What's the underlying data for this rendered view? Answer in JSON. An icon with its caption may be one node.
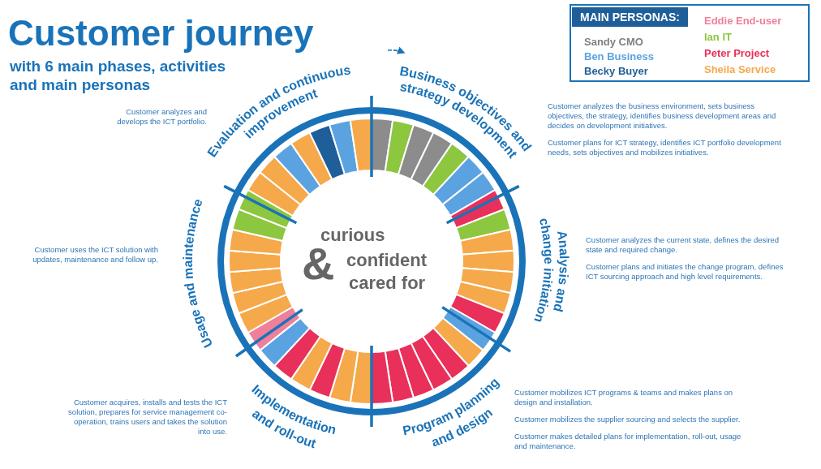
{
  "diagram": {
    "title": "Customer journey",
    "nodes": [
      {
        "text": [
          "Business objectives and strategy development"
        ],
        "beside": [
          "Customer analyzes the business environment, sets business objectives, the strategy, identifies business development areas and decides on development initiatives.",
          "Customer plans for ICT strategy, identifies ICT portfolio development needs, sets objectives and mobilizes initiatives."
        ]
      },
      {
        "text": [
          "Analysis and change initiation"
        ],
        "beside": [
          "Customer analyzes the current state, defines the desired state and required change.",
          "Customer plans and initiates the change program, defines ICT sourcing approach and high level requirements."
        ]
      },
      {
        "text": [
          "Program planning and design"
        ],
        "beside": [
          "Customer mobilizes ICT programs & teams and makes plans on design and installation.",
          "Customer mobilizes the supplier sourcing and selects the supplier.",
          "Customer makes detailed plans for  implementation, roll-out, usage and maintenance."
        ]
      },
      {
        "text": [
          "Implementation and roll-out"
        ],
        "beside": [
          "Customer acquires, installs and tests the ICT solution, prepares for service management co-operation, trains users and takes the solution into use."
        ]
      },
      {
        "text": [
          "Usage and maintenance"
        ],
        "beside": [
          "Customer uses the ICT solution with updates, maintenance and follow up."
        ]
      },
      {
        "text": [
          "Evaluation and continuous improvement"
        ],
        "beside": [
          "Customer analyzes and develops the ICT portfolio."
        ]
      }
    ],
    "labels": [
      "with 6 main phases, activities and main personas",
      "MAIN PERSONAS:",
      "curious",
      "&",
      "confident",
      "cared for"
    ],
    "legend": [
      {
        "text": "Sandy CMO",
        "color": "#808080"
      },
      {
        "text": "Ben Business",
        "color": "#5ba3e0"
      },
      {
        "text": "Becky Buyer",
        "color": "#1f5f99"
      },
      {
        "text": "Eddie End-user",
        "color": "#f07f9b"
      },
      {
        "text": "Ian IT",
        "color": "#8dc63f"
      },
      {
        "text": "Peter Project",
        "color": "#e8305a"
      },
      {
        "text": "Sheila Service",
        "color": "#f5a94a"
      }
    ]
  }
}
